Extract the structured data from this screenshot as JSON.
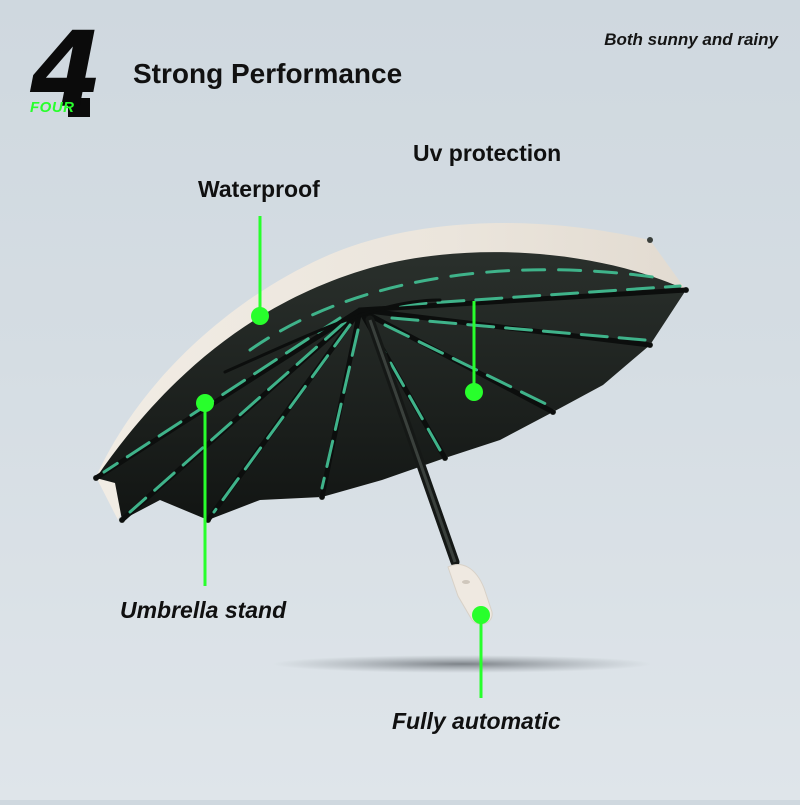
{
  "badge": {
    "number": "4",
    "word": "FOUR"
  },
  "headline": "Strong Performance",
  "tagline": "Both sunny and rainy",
  "features": [
    {
      "id": "waterproof",
      "label": "Waterproof"
    },
    {
      "id": "uv",
      "label": "Uv protection"
    },
    {
      "id": "stand",
      "label": "Umbrella stand"
    },
    {
      "id": "auto",
      "label": "Fully automatic"
    }
  ],
  "colors": {
    "accent": "#28ff2c",
    "canopy_outer": "#ede7df",
    "canopy_inner": "#1b1f1c",
    "rib_stripe": "#3fb38a",
    "text": "#111111"
  }
}
